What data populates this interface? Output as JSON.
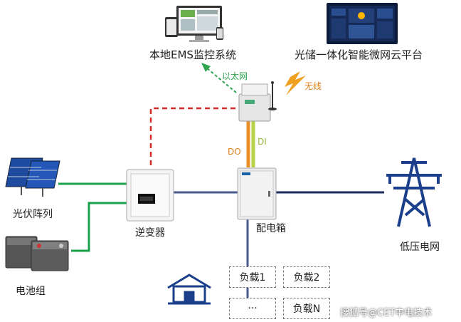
{
  "labels": {
    "local_ems": "本地EMS监控系统",
    "cloud_platform": "光储一体化智能微网云平台",
    "ethernet": "以太网",
    "wireless": "无线",
    "do_signal": "DO",
    "di_signal": "DI",
    "pv_array": "光伏阵列",
    "battery_pack": "电池组",
    "inverter": "逆变器",
    "distribution_box": "配电箱",
    "low_voltage_grid": "低压电网",
    "watermark": "搜狐号@CET中电技术"
  },
  "loads": [
    "负载1",
    "负载2",
    "···",
    "负载N"
  ],
  "colors": {
    "power_line": "#1aa04a",
    "ac_line": "#4a5a8c",
    "ethernet_dash": "#d62b2b",
    "ethernet_arrow": "#2ea44f",
    "do_line": "#e8902a",
    "di_line": "#b7d24a",
    "lightning": "#f0a020",
    "grid_tower": "#1c3f8c"
  }
}
